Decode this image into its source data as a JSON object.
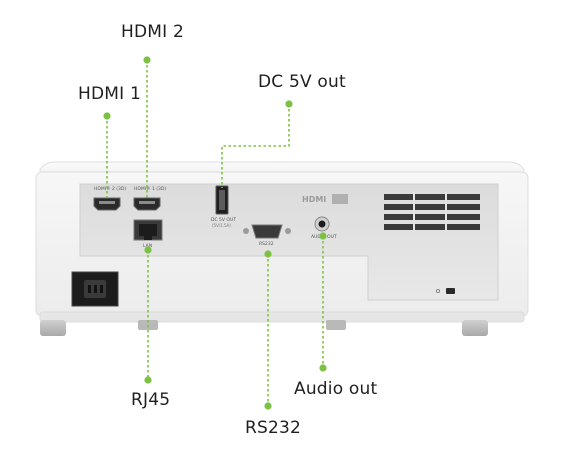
{
  "callouts": {
    "hdmi1": "HDMI 1",
    "hdmi2": "HDMI 2",
    "dc5v": "DC 5V out",
    "rj45": "RJ45",
    "rs232": "RS232",
    "audio": "Audio out"
  },
  "panel_labels": {
    "hdmi_port_1": "HDMI® 2 (3D)",
    "hdmi_port_2": "HDMI® 1 (3D)",
    "dc_out": "DC 5V OUT",
    "dc_out_sub": "(5V/1.5A)",
    "lan": "LAN",
    "rs232": "RS232",
    "audio_out": "AUDIO OUT",
    "hdmi_logo": "HDMI"
  },
  "colors": {
    "accent_green": "#7cc242",
    "body_white": "#f4f4f4",
    "panel_gray": "#e4e4e4"
  }
}
